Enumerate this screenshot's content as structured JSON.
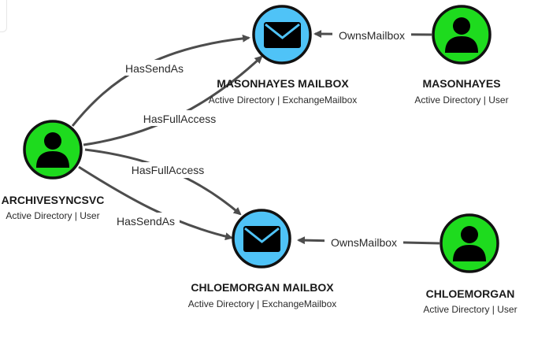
{
  "nodes": {
    "masonhayes_mailbox": {
      "title": "MASONHAYES MAILBOX",
      "subtitle": "Active Directory | ExchangeMailbox",
      "kind": "mailbox",
      "icon": "envelope-icon",
      "fill": "#4fc3f7"
    },
    "masonhayes": {
      "title": "MASONHAYES",
      "subtitle": "Active Directory | User",
      "kind": "user",
      "icon": "user-icon",
      "fill": "#1edb1e"
    },
    "archivesyncsvc": {
      "title": "ARCHIVESYNCSVC",
      "subtitle": "Active Directory | User",
      "kind": "user",
      "icon": "user-icon",
      "fill": "#1edb1e"
    },
    "chloemorgan_mailbox": {
      "title": "CHLOEMORGAN MAILBOX",
      "subtitle": "Active Directory | ExchangeMailbox",
      "kind": "mailbox",
      "icon": "envelope-icon",
      "fill": "#4fc3f7"
    },
    "chloemorgan": {
      "title": "CHLOEMORGAN",
      "subtitle": "Active Directory | User",
      "kind": "user",
      "icon": "user-icon",
      "fill": "#1edb1e"
    }
  },
  "edges": {
    "archive_sendas_mason": {
      "label": "HasSendAs",
      "from": "archivesyncsvc",
      "to": "masonhayes_mailbox"
    },
    "archive_fullaccess_mason": {
      "label": "HasFullAccess",
      "from": "archivesyncsvc",
      "to": "masonhayes_mailbox"
    },
    "archive_fullaccess_chloe": {
      "label": "HasFullAccess",
      "from": "archivesyncsvc",
      "to": "chloemorgan_mailbox"
    },
    "archive_sendas_chloe": {
      "label": "HasSendAs",
      "from": "archivesyncsvc",
      "to": "chloemorgan_mailbox"
    },
    "mason_owns": {
      "label": "OwnsMailbox",
      "from": "masonhayes",
      "to": "masonhayes_mailbox"
    },
    "chloe_owns": {
      "label": "OwnsMailbox",
      "from": "chloemorgan",
      "to": "chloemorgan_mailbox"
    }
  },
  "colors": {
    "edge": "#4d4d4d",
    "node_border": "#111111",
    "glyph": "#000000"
  }
}
